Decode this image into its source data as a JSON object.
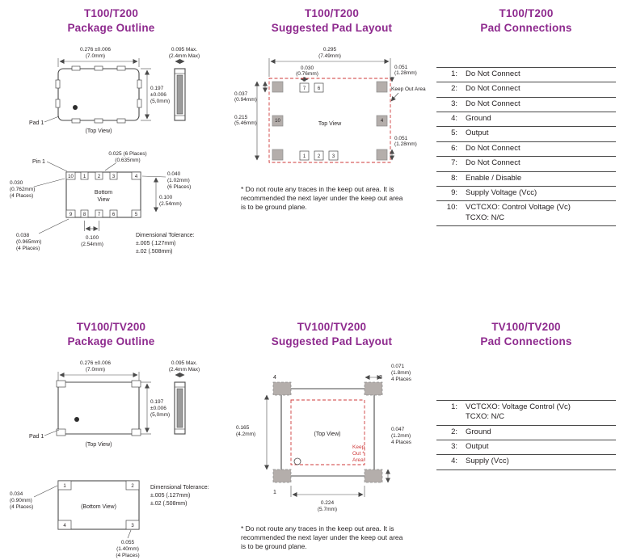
{
  "page": {
    "accent_color": "#8e2a8e",
    "keepout_color": "#cf3a3a"
  },
  "t_outline": {
    "title1": "T100/T200",
    "title2": "Package Outline",
    "dim_width": "0.276 ±0.006",
    "dim_width_mm": "(7.0mm)",
    "dim_height": "0.095 Max.",
    "dim_height_mm": "(2.4mm Max)",
    "dim_length1": "0.197",
    "dim_length2": "±0.006",
    "dim_length_mm": "(5,0mm)",
    "pad1_label": "Pad 1",
    "top_view_label": "(Top View)",
    "pin1_label": "Pin 1",
    "dim_pitch": "0.025 (6 Places)",
    "dim_pitch_mm": "(0.635mm)",
    "dim_pad_len": "0.040",
    "dim_pad_len_mm": "(1.02mm)",
    "dim_pad_len_places": "(6 Places)",
    "bottom_view_label1": "Bottom",
    "bottom_view_label2": "View",
    "dim_corner_w": "0.030",
    "dim_corner_w_mm": "(0.762mm)",
    "dim_corner_w_places": "(4 Places)",
    "dim_row_pitch": "0.100",
    "dim_row_pitch_mm": "(2.54mm)",
    "dim_corner_l": "0.038",
    "dim_corner_l_mm": "(0.965mm)",
    "dim_corner_l_places": "(4 Places)",
    "dim_pad_pitch": "0.100",
    "dim_pad_pitch_mm": "(2.54mm)",
    "tolerance1": "Dimensional Tolerance:",
    "tolerance2": "±.005 (.127mm)",
    "tolerance3": "±.02  (.508mm)",
    "pads_top": [
      "10",
      "1",
      "2",
      "3",
      "4"
    ],
    "pads_bottom": [
      "9",
      "8",
      "7",
      "6",
      "5"
    ]
  },
  "t_pad_layout": {
    "title1": "T100/T200",
    "title2": "Suggested Pad Layout",
    "dim_width": "0.295",
    "dim_width_mm": "(7.49mm)",
    "dim_pad_w": "0.030",
    "dim_pad_w_mm": "(0.76mm)",
    "dim_pad_h_top": "0.051",
    "dim_pad_h_top_mm": "(1.28mm)",
    "keep_out_label": "Keep Out Area",
    "dim_offset": "0.037",
    "dim_offset_mm": "(0.94mm)",
    "dim_height": "0.215",
    "dim_height_mm": "(5.46mm)",
    "top_view_label": "Top View",
    "dim_pad_h_bottom": "0.051",
    "dim_pad_h_bottom_mm": "(1.28mm)",
    "pads_top": [
      "7",
      "6"
    ],
    "pad_left": "10",
    "pad_right": "4",
    "pads_bottom": [
      "1",
      "2",
      "3"
    ],
    "note": "* Do not route any traces in the keep out area. It is recommended the next layer under the keep out area is to be ground plane."
  },
  "t_connections": {
    "title1": "T100/T200",
    "title2": "Pad Connections",
    "rows": [
      {
        "pin": "1:",
        "desc": "Do Not Connect"
      },
      {
        "pin": "2:",
        "desc": "Do Not Connect"
      },
      {
        "pin": "3:",
        "desc": "Do Not Connect"
      },
      {
        "pin": "4:",
        "desc": "Ground"
      },
      {
        "pin": "5:",
        "desc": "Output"
      },
      {
        "pin": "6:",
        "desc": "Do Not Connect"
      },
      {
        "pin": "7:",
        "desc": "Do Not Connect"
      },
      {
        "pin": "8:",
        "desc": "Enable / Disable"
      },
      {
        "pin": "9:",
        "desc": "Supply Voltage (Vcc)"
      },
      {
        "pin": "10:",
        "desc": "VCTCXO: Control Voltage (Vc)",
        "desc2": "TCXO:  N/C"
      }
    ]
  },
  "tv_outline": {
    "title1": "TV100/TV200",
    "title2": "Package Outline",
    "dim_width": "0.276 ±0.006",
    "dim_width_mm": "(7.0mm)",
    "dim_height": "0.095 Max.",
    "dim_height_mm": "(2.4mm Max)",
    "dim_length1": "0.197",
    "dim_length2": "±0.006",
    "dim_length_mm": "(5,0mm)",
    "pad1_label": "Pad 1",
    "top_view_label": "(Top View)",
    "bottom_view_label": "(Bottom View)",
    "pads": [
      "1",
      "2",
      "4",
      "3"
    ],
    "dim_pad_w": "0.034",
    "dim_pad_w_mm": "(0.90mm)",
    "dim_pad_w_places": "(4 Places)",
    "dim_pad_l": "0.055",
    "dim_pad_l_mm": "(1.40mm)",
    "dim_pad_l_places": "(4 Places)",
    "tolerance1": "Dimensional Tolerance:",
    "tolerance2": "±.005 (.127mm)",
    "tolerance3": "±.02  (.508mm)"
  },
  "tv_pad_layout": {
    "title1": "TV100/TV200",
    "title2": "Suggested Pad Layout",
    "dim_pad_w": "0.071",
    "dim_pad_w_mm": "(1.8mm)",
    "dim_pad_w_places": "4 Places",
    "pad_top_left": "4",
    "pad_top_right": "3",
    "pad_bottom_left": "1",
    "dim_height": "0.165",
    "dim_height_mm": "(4.2mm)",
    "top_view_label": "(Top View)",
    "dim_pad_h": "0.047",
    "dim_pad_h_mm": "(1.2mm)",
    "dim_pad_h_places": "4 Places",
    "keep_out_line1": "Keep",
    "keep_out_line2": "Out *",
    "keep_out_line3": "Area",
    "dim_width": "0.224",
    "dim_width_mm": "(5.7mm)",
    "note": "* Do not route any traces in the keep out area. It is recommended the next layer under the keep out area is to be ground plane."
  },
  "tv_connections": {
    "title1": "TV100/TV200",
    "title2": "Pad Connections",
    "rows": [
      {
        "pin": "1:",
        "desc": "VCTCXO: Voltage Control (Vc)",
        "desc2": "TCXO:  N/C"
      },
      {
        "pin": "2:",
        "desc": "Ground"
      },
      {
        "pin": "3:",
        "desc": "Output"
      },
      {
        "pin": "4:",
        "desc": "Supply (Vcc)"
      }
    ]
  }
}
